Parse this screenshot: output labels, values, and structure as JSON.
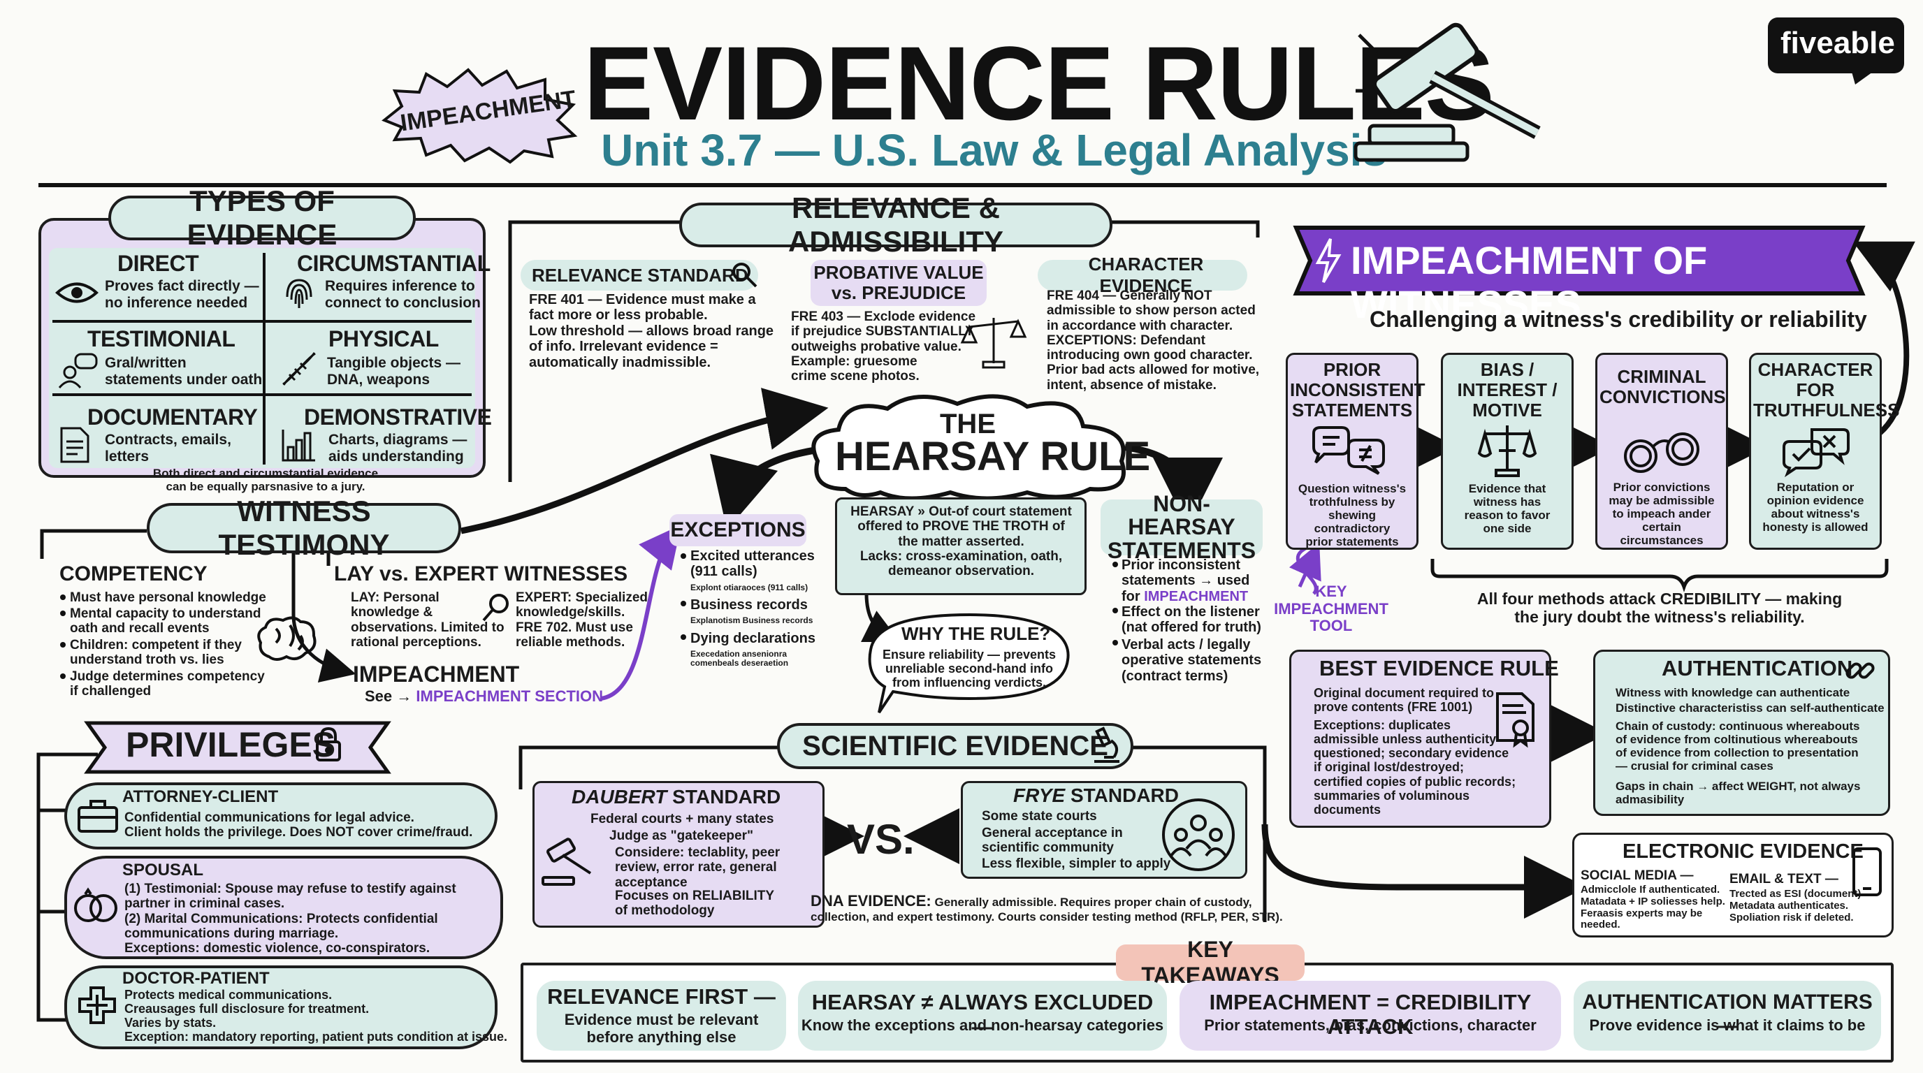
{
  "header": {
    "title": "EVIDENCE RULES",
    "subtitle": "Unit 3.7 — U.S. Law & Legal Analysis",
    "badge": "IMPEACHMENT",
    "brand": "fiveable"
  },
  "types": {
    "title": "TYPES OF EVIDENCE",
    "cells": [
      {
        "title": "DIRECT",
        "desc": "Proves fact directly —\nno inference needed",
        "icon": "eye-icon"
      },
      {
        "title": "CIRCUMSTANTIAL",
        "desc": "Requires inference to\nconnect to conclusion",
        "icon": "fingerprint-icon"
      },
      {
        "title": "TESTIMONIAL",
        "desc": "Gral/written\nstatements under oath",
        "icon": "speech-person-icon"
      },
      {
        "title": "PHYSICAL",
        "desc": "Tangible objects —\nDNA, weapons",
        "icon": "dna-icon"
      },
      {
        "title": "DOCUMENTARY",
        "desc": "Contracts, emails,\nletters",
        "icon": "document-icon"
      },
      {
        "title": "DEMONSTRATIVE",
        "desc": "Charts, diagrams —\naids understanding",
        "icon": "bar-chart-icon"
      }
    ],
    "note": "Both direct and circumstantial evidence\ncan be equally parsnasive to a jury."
  },
  "relevance": {
    "title": "RELEVANCE & ADMISSIBILITY",
    "standard_title": "RELEVANCE STANDARD",
    "standard_text": "FRE 401 — Evidence must make a\nfact more or less probable.\nLow threshold — allows broad range\nof info. Irrelevant evidence =\nautomatically inadmissible.",
    "probative_title": "PROBATIVE VALUE\nvs. PREJUDICE",
    "probative_text": "FRE 403 — Exclode evidence\nif prejudice SUBSTANTIALLY\noutweighs probative value.\nExample: gruesome\ncrime scene photos.",
    "character_title": "CHARACTER EVIDENCE",
    "character_text": "FRE 404 — Generally NOT\nadmissible to show person acted\nin accordance with character.\nEXCEPTIONS: Defendant\nintroducing own good character.\nPrior bad acts allowed for motive,\nintent, absence of mistake."
  },
  "hearsay": {
    "title_line1": "THE",
    "title_line2": "HEARSAY RULE",
    "definition": "HEARSAY » Out-of court statement\noffered to PROVE THE TROTH of\nthe matter asserted.\nLacks: cross-examination, oath,\ndemeanor observation.",
    "why_title": "WHY THE RULE?",
    "why_text": "Ensure reliability — prevents\nunreliable second-hand info\nfrom influencing verdicts.",
    "exceptions_title": "EXCEPTIONS",
    "exceptions": [
      {
        "label": "Excited utterances\n(911 calls)",
        "sub": "Explont otiaraoces (911 calls)"
      },
      {
        "label": "Business records",
        "sub": "Explanotism Business records"
      },
      {
        "label": "Dying declarations",
        "sub": "Execedation ansenionra\ncomenbeals deseraetion"
      }
    ],
    "nonhearsay_title": "NON-HEARSAY\nSTATEMENTS",
    "nonhearsay_items": [
      {
        "pre": "Prior inconsistent\nstatements → used\nfor ",
        "hl": "IMPEACHMENT"
      },
      {
        "pre": "Effect on the listener\n(nat offered for truth)",
        "hl": ""
      },
      {
        "pre": "Verbal acts / legally\noperative statements\n(contract terms)",
        "hl": ""
      }
    ],
    "key_tool": "KEY\nIMPEACHMENT\nTOOL"
  },
  "witness": {
    "title": "WITNESS TESTIMONY",
    "competency_title": "COMPETENCY",
    "competency_items": [
      "Must have personal knowledge",
      "Mental capacity to understand\noath and recall events",
      "Children: competent if they\nunderstand troth vs. lies",
      "Judge determines competency\nif challenged"
    ],
    "lay_title": "LAY vs. EXPERT WITNESSES",
    "lay_text": "LAY: Personal\nknowledge &\nobservations. Limited to\nrational perceptions.",
    "expert_text": "EXPERT: Specialized\nknowledge/skills.\nFRE 702. Must use\nreliable methods.",
    "impeachment_title": "IMPEACHMENT",
    "impeachment_see": "See → ",
    "impeachment_link": "IMPEACHMENT SECTION"
  },
  "privileges": {
    "title": "PRIVILEGES",
    "items": [
      {
        "title": "ATTORNEY-CLIENT",
        "text": "Confidential communications for legal advice.\nClient holds the privilege. Does NOT cover crime/fraud.",
        "icon": "briefcase-icon"
      },
      {
        "title": "SPOUSAL",
        "text": "(1) Testimonial: Spouse may refuse to testify against\n     partner in criminal cases.\n(2) Marital Communications: Protects confidential\n     communications during marriage.\n     Exceptions: domestic violence, co-conspirators.",
        "icon": "rings-icon"
      },
      {
        "title": "DOCTOR-PATIENT",
        "text": "Protects medical communications.\nCreausages full disclosure for treatment.\nVaries by stats.\nException: mandatory reporting, patient puts condition at issue.",
        "icon": "medical-cross-icon"
      }
    ]
  },
  "scientific": {
    "title": "SCIENTIFIC EVIDENCE",
    "daubert_title_italic": "DAUBERT",
    "daubert_title_rest": " STANDARD",
    "daubert_items": [
      "Federal courts + many states",
      "Judge as \"gatekeeper\"",
      "Considere: teclablity, peer\nreview, error rate, general\nacceptance",
      "Focuses on RELIABILITY\nof methodology"
    ],
    "vs": "VS.",
    "frye_title_italic": "FRYE",
    "frye_title_rest": " STANDARD",
    "frye_items": [
      "Some state courts",
      "General acceptance in\nscientific community",
      "Less flexible, simpler to apply"
    ],
    "dna_label": "DNA EVIDENCE:",
    "dna_text": " Generally admissible. Requires proper chain of custody,\ncollection, and expert testimony. Courts consider testing method (RFLP, PER, STR)."
  },
  "impeachment": {
    "title": "IMPEACHMENT OF WITNESSES",
    "subtitle": "Challenging a witness's credibility or reliability",
    "methods": [
      {
        "title": "PRIOR\nINCONSISTENT\nSTATEMENTS",
        "text": "Question witness's\ntrothfulness by\nshewing contradictory\nprior statements",
        "icon": "speech-bubbles-icon"
      },
      {
        "title": "BIAS /\nINTEREST /\nMOTIVE",
        "text": "Evidence that\nwitness has\nreason to favor\none side",
        "icon": "scales-icon"
      },
      {
        "title": "CRIMINAL\nCONVICTIONS",
        "text": "Prior convictions\nmay be admissible\nto impeach ander\ncertain circumstances",
        "icon": "handcuffs-icon"
      },
      {
        "title": "CHARACTER\nFOR\nTRUTHFULNESS",
        "text": "Reputation or\nopinion evidence\nabout witness's\nhonesty is allowed",
        "icon": "check-x-bubbles-icon"
      }
    ],
    "summary": "All four methods attack CREDIBILITY — making\nthe jury doubt the witness's reliability."
  },
  "best_evidence": {
    "title": "BEST EVIDENCE RULE",
    "items": [
      "Original document required to\nprove contents (FRE 1001)",
      "Exceptions: duplicates\nadmissible unless authenticity\nquestioned; secondary evidence\nif original lost/destroyed;\ncertified copies of public records;\nsummaries of voluminous\ndocuments"
    ]
  },
  "authentication": {
    "title": "AUTHENTICATION",
    "items": [
      "Witness with knowledge can authenticate",
      "Distinctive characteristiss can self-authenticate",
      "Chain of custody: continuous whereabouts\nof evidence from coltinutious whereabouts\nof evidence from collection to presentation\n— crusial for criminal cases",
      "Gaps in chain → affect WEIGHT, not always\nadmasibility"
    ]
  },
  "electronic": {
    "title": "ELECTRONIC EVIDENCE",
    "social_title": "SOCIAL MEDIA —",
    "social_text": "Admicclole If authenticated.\nMatadata + IP soliesses help.\nFeraasis experts may be\nneeded.",
    "email_title": "EMAIL & TEXT —",
    "email_text": "Trected as ESI (document)\nMetadata authenticates.\nSpoliation risk if deleted."
  },
  "takeaways": {
    "title": "KEY TAKEAWAYS",
    "items": [
      {
        "title": "RELEVANCE FIRST —",
        "text": "Evidence must be relevant\nbefore anything else"
      },
      {
        "title": "HEARSAY ≠ ALWAYS EXCLUDED —",
        "text": "Know the exceptions and non-hearsay categories"
      },
      {
        "title": "IMPEACHMENT = CREDIBILITY ATTACK",
        "text": "Prior statements, bias, convictions, character"
      },
      {
        "title": "AUTHENTICATION MATTERS —",
        "text": "Prove evidence is what it claims to be"
      }
    ]
  },
  "colors": {
    "mint": "#d9ece8",
    "lavender": "#e6dcf3",
    "purple": "#7a3fc8",
    "teal_text": "#2d7f8f",
    "key_red": "#f3c4b8"
  }
}
